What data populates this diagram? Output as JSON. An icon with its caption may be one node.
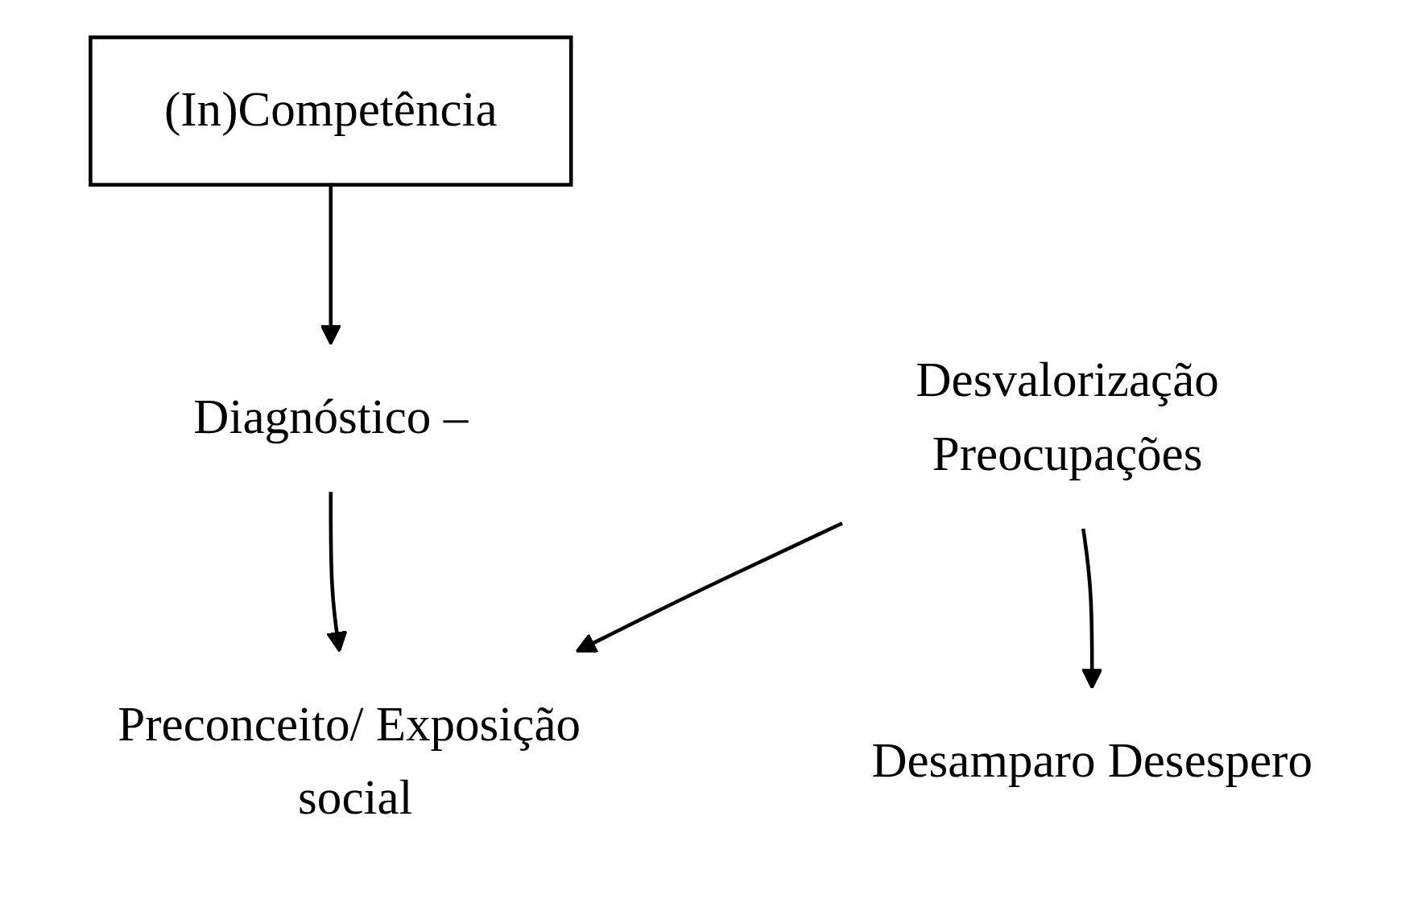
{
  "diagram": {
    "nodes": [
      {
        "text": [
          "Desvalorização",
          "Preocupações"
        ]
      },
      {
        "text": [
          "(In)Competência"
        ]
      },
      {
        "text": [
          "Preconceito/ Exposição social"
        ]
      },
      {
        "text": [
          "Desamparo Desespero"
        ]
      },
      {
        "text": [
          "Diagnóstico –"
        ]
      }
    ],
    "edges": [
      {
        "from": 0,
        "to": 2,
        "arrow": "to"
      },
      {
        "from": 0,
        "to": 3,
        "arrow": "to"
      },
      {
        "from": 4,
        "to": 2,
        "arrow": "to"
      },
      {
        "from": 1,
        "to": 4,
        "arrow": "to"
      }
    ]
  }
}
